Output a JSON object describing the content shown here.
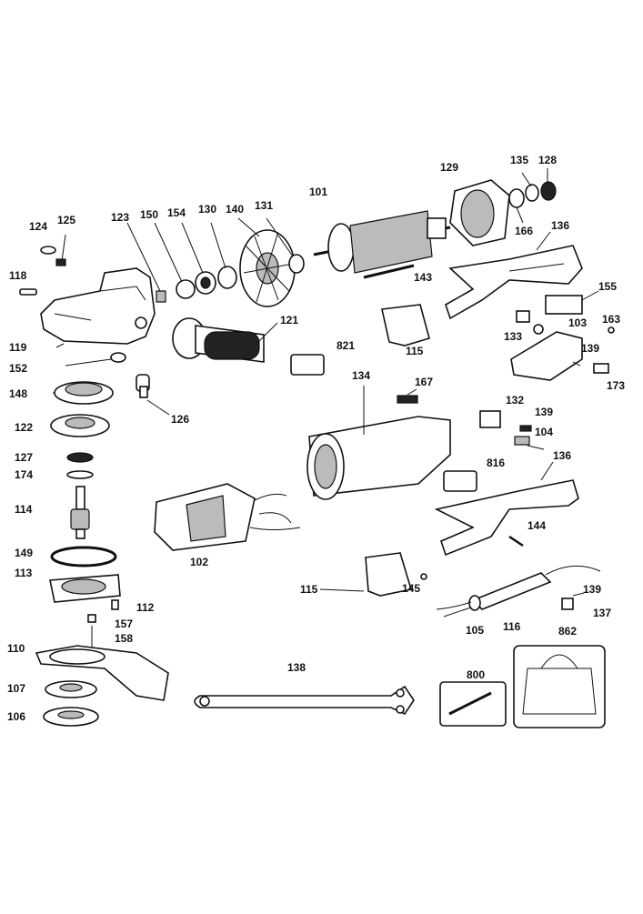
{
  "part_numbers": {
    "p101": "101",
    "p102": "102",
    "p103": "103",
    "p104": "104",
    "p105": "105",
    "p106": "106",
    "p107": "107",
    "p110": "110",
    "p112": "112",
    "p113": "113",
    "p114": "114",
    "p115a": "115",
    "p115b": "115",
    "p116": "116",
    "p118": "118",
    "p119": "119",
    "p121": "121",
    "p122": "122",
    "p123": "123",
    "p124": "124",
    "p125": "125",
    "p126": "126",
    "p127": "127",
    "p128": "128",
    "p129": "129",
    "p130": "130",
    "p131": "131",
    "p132": "132",
    "p133": "133",
    "p134": "134",
    "p135": "135",
    "p136a": "136",
    "p136b": "136",
    "p137": "137",
    "p138": "138",
    "p139a": "139",
    "p139b": "139",
    "p139c": "139",
    "p140": "140",
    "p143": "143",
    "p144": "144",
    "p145": "145",
    "p148": "148",
    "p149": "149",
    "p150": "150",
    "p152": "152",
    "p154": "154",
    "p155": "155",
    "p157": "157",
    "p158": "158",
    "p163": "163",
    "p166": "166",
    "p167": "167",
    "p173": "173",
    "p174": "174",
    "p800": "800",
    "p816": "816",
    "p821": "821",
    "p862": "862"
  }
}
